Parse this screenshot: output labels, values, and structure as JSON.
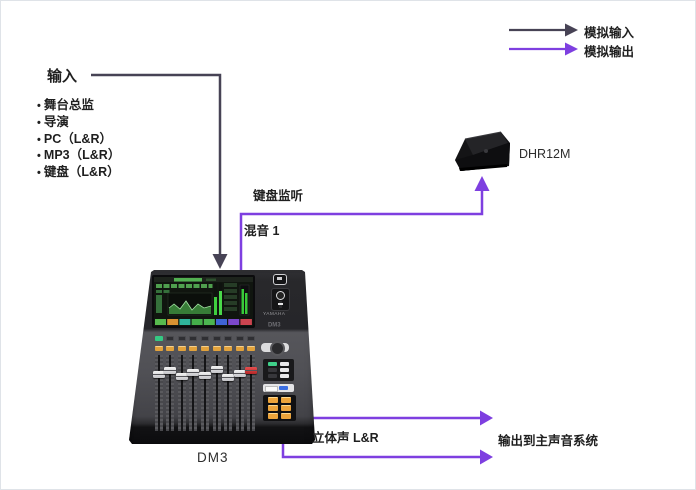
{
  "page": {
    "background": "#ffffff",
    "border_color": "#dfe3e8"
  },
  "legend": {
    "items": [
      {
        "label": "模拟输入",
        "color": "#474355",
        "line": "analog-input"
      },
      {
        "label": "模拟输出",
        "color": "#7E3FE0",
        "line": "analog-output"
      }
    ]
  },
  "input_section": {
    "title": "输入",
    "sources": [
      "舞台总监",
      "导演",
      "PC（L&R）",
      "MP3（L&R）",
      "键盘（L&R）"
    ]
  },
  "connections": {
    "keyboard_monitor_label": "键盘监听",
    "mix_label": "混音 1",
    "stereo_label": "立体声 L&R",
    "main_out_label": "输出到主声音系统"
  },
  "devices": {
    "mixer": {
      "name": "DM3",
      "brand": "YAMAHA",
      "model_badge": "DM3"
    },
    "speaker": {
      "name": "DHR12M"
    }
  },
  "colors": {
    "analog_input_line": "#474355",
    "analog_output_line": "#7E3FE0",
    "text": "#1f1f1f"
  }
}
